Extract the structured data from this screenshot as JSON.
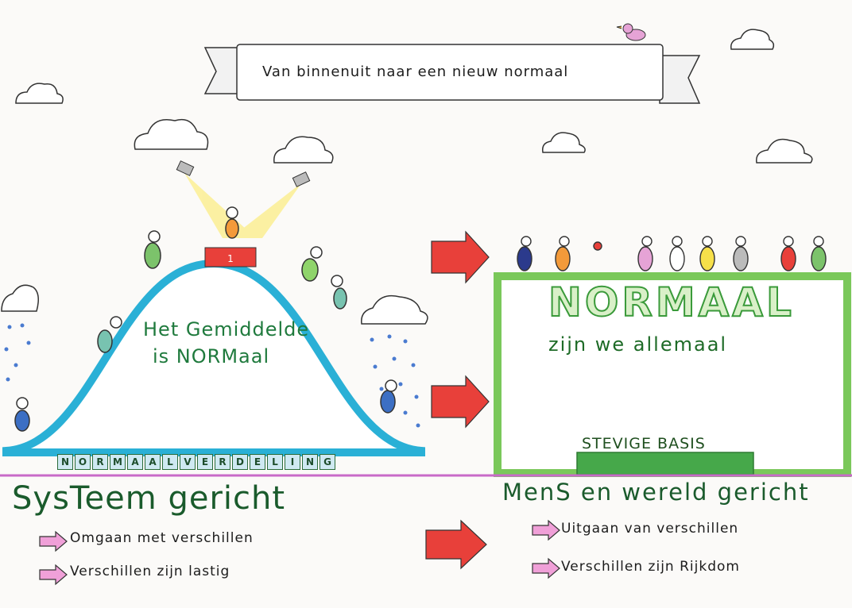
{
  "banner": {
    "title": "Van binnenuit naar een nieuw normaal"
  },
  "curve": {
    "title_line1": "Het Gemiddelde",
    "title_line2": "is NORMaal",
    "axis_label": "NORMAALVERDELING",
    "podium_label": "1"
  },
  "right_block": {
    "title": "NORMAAL",
    "subtitle": "zijn we allemaal",
    "base_label": "STEVIGE BASIS"
  },
  "bottom_left": {
    "heading": "SysTeem gericht",
    "bullets": [
      "Omgaan met verschillen",
      "Verschillen zijn lastig"
    ]
  },
  "bottom_right": {
    "heading": "MenS en wereld gericht",
    "bullets": [
      "Uitgaan van verschillen",
      "Verschillen zijn Rijkdom"
    ]
  },
  "colors": {
    "curve_fill": "#ffffff",
    "curve_stroke": "#2ab0d6",
    "arrow_red": "#e8403a",
    "block_green": "#8fd46b",
    "pink_arrow": "#f0a0d8"
  }
}
